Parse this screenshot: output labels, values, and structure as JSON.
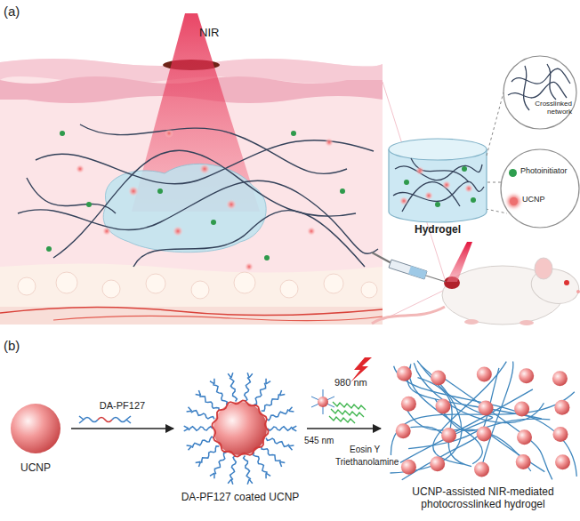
{
  "diagram": {
    "nodes": [
      {
        "text": [
          "Hydrogel"
        ]
      },
      {
        "text": [
          "Crosslinked network"
        ]
      },
      {
        "text": [
          "UCNP"
        ]
      },
      {
        "text": [
          "DA-PF127 coated UCNP"
        ]
      },
      {
        "text": [
          "UCNP-assisted NIR-mediated photocrosslinked hydrogel"
        ]
      }
    ],
    "edges": [
      {
        "from": 0,
        "to": 1,
        "arrow": "none"
      },
      {
        "from": 2,
        "to": 3,
        "label": "DA-PF127",
        "arrow": "to"
      },
      {
        "from": 3,
        "to": 4,
        "arrow": "to"
      }
    ],
    "labels": [
      "(a)",
      "NIR",
      "(b)",
      "980 nm",
      "545 nm",
      "Eosin Y",
      "Triethanolamine"
    ],
    "legend": [
      {
        "text": "Photoinitiator",
        "color": "#2e9e4f"
      },
      {
        "text": "UCNP",
        "color": "#ee6f6f"
      }
    ]
  }
}
